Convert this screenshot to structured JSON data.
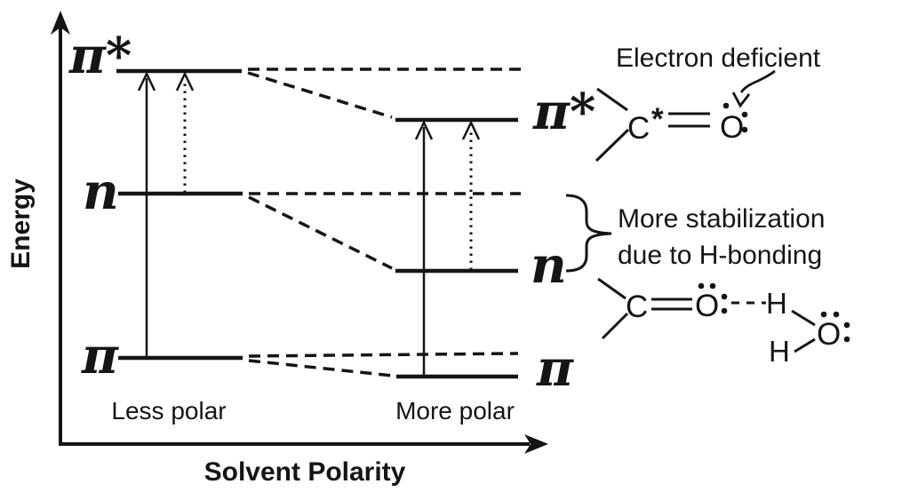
{
  "colors": {
    "ink": "#151515",
    "background": "#ffffff"
  },
  "axes": {
    "y_label": "Energy",
    "x_label": "Solvent Polarity"
  },
  "levels": {
    "less_polar": {
      "caption": "Less polar",
      "pi_star": "π*",
      "n": "n",
      "pi": "π"
    },
    "more_polar": {
      "caption": "More polar",
      "pi_star": "π*",
      "n": "n",
      "pi": "π"
    }
  },
  "annotations": {
    "electron_deficient": "Electron deficient",
    "stabilization": {
      "line1": "More stabilization",
      "line2": "due to H-bonding"
    }
  },
  "molecules": {
    "excited_carbonyl": {
      "carbon": "C",
      "star": "*",
      "oxygen": "O"
    },
    "hbonded_carbonyl": {
      "carbon": "C",
      "oxygen": "O",
      "donor_h": "H",
      "second_h": "H",
      "water_oxygen": "O"
    }
  }
}
